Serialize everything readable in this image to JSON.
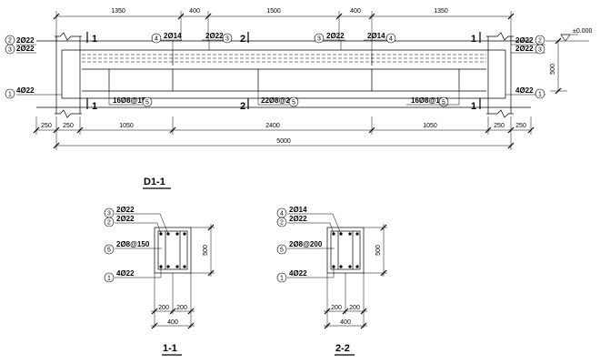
{
  "elevation": {
    "top_dims": [
      "1350",
      "400",
      "1500",
      "400",
      "1350"
    ],
    "bottom_dims": [
      "250",
      "250",
      "1050",
      "2400",
      "1050",
      "250",
      "250"
    ],
    "total": "5000",
    "level": "±0.000",
    "height": "500",
    "cut1": "1",
    "cut2": "2",
    "left_labels": [
      {
        "num": "2",
        "text": "2Ø22"
      },
      {
        "num": "3",
        "text": "2Ø22"
      },
      {
        "num": "1",
        "text": "4Ø22"
      }
    ],
    "right_labels": [
      {
        "num": "2",
        "text": "2Ø22"
      },
      {
        "num": "3",
        "text": "2Ø22"
      },
      {
        "num": "1",
        "text": "4Ø22"
      }
    ],
    "top_inner_labels": [
      {
        "num": "4",
        "text": "2Ø14"
      },
      {
        "num": "3",
        "text": "2Ø22"
      },
      {
        "num": "3",
        "text": "2Ø22"
      },
      {
        "num": "4",
        "text": "2Ø14"
      }
    ],
    "stirrup_labels": [
      {
        "num": "5",
        "text": "16Ø8@150"
      },
      {
        "num": "5",
        "text": "22Ø8@200"
      },
      {
        "num": "5",
        "text": "16Ø8@150"
      }
    ]
  },
  "title_main": "D1-1",
  "sections": [
    {
      "title": "1-1",
      "labels": [
        {
          "num": "3",
          "text": "2Ø22"
        },
        {
          "num": "2",
          "text": "2Ø22"
        },
        {
          "num": "5",
          "text": "2Ø8@150"
        },
        {
          "num": "1",
          "text": "4Ø22"
        }
      ],
      "dims": [
        "200",
        "200",
        "400"
      ],
      "height": "500"
    },
    {
      "title": "2-2",
      "labels": [
        {
          "num": "4",
          "text": "2Ø14"
        },
        {
          "num": "2",
          "text": "2Ø22"
        },
        {
          "num": "5",
          "text": "2Ø8@200"
        },
        {
          "num": "1",
          "text": "4Ø22"
        }
      ],
      "dims": [
        "200",
        "200",
        "400"
      ],
      "height": "500"
    }
  ]
}
